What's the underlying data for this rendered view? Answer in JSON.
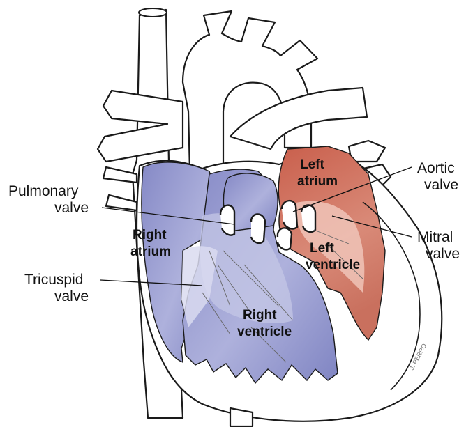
{
  "colors": {
    "right_side": "#8f93cc",
    "right_side_light": "#c9cbe8",
    "left_side": "#cf6e5c",
    "left_side_light": "#f2cfc6",
    "outline": "#1a1a1a"
  },
  "labels": {
    "pulmonary_valve": [
      "Pulmonary",
      "valve"
    ],
    "tricuspid_valve": [
      "Tricuspid",
      "valve"
    ],
    "aortic_valve": [
      "Aortic",
      "valve"
    ],
    "mitral_valve": [
      "Mitral",
      "valve"
    ],
    "right_atrium": [
      "Right",
      "atrium"
    ],
    "right_ventricle": [
      "Right",
      "ventricle"
    ],
    "left_atrium": [
      "Left",
      "atrium"
    ],
    "left_ventricle": [
      "Left",
      "ventricle"
    ]
  },
  "signature": "J. PERRO"
}
